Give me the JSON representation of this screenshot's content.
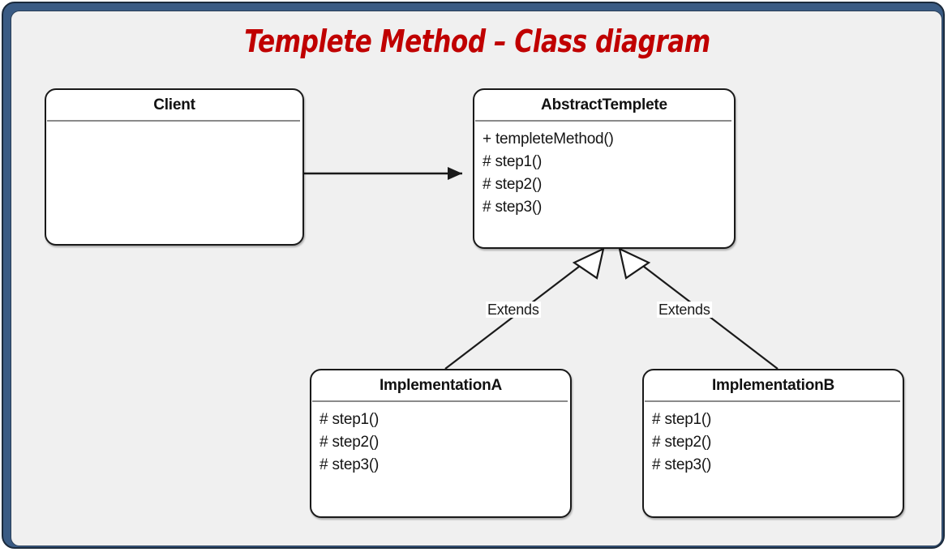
{
  "frame": {
    "border_color": "#3a5b84",
    "background_color": "#f0f0f0"
  },
  "title": {
    "text": "Templete Method – Class diagram",
    "color": "#c00000"
  },
  "classes": [
    {
      "id": "client",
      "name": "Client",
      "members": []
    },
    {
      "id": "abstract-templete",
      "name": "AbstractTemplete",
      "members": [
        "+ templeteMethod()",
        "# step1()",
        "# step2()",
        "# step3()"
      ]
    },
    {
      "id": "implementation-a",
      "name": "ImplementationA",
      "members": [
        "# step1()",
        "# step2()",
        "# step3()"
      ]
    },
    {
      "id": "implementation-b",
      "name": "ImplementationB",
      "members": [
        "# step1()",
        "# step2()",
        "# step3()"
      ]
    }
  ],
  "relations": [
    {
      "id": "client-uses-abstract",
      "type": "association",
      "from": "client",
      "to": "abstract-templete",
      "label": ""
    },
    {
      "id": "impl-a-extends",
      "type": "generalization",
      "from": "implementation-a",
      "to": "abstract-templete",
      "label": "Extends"
    },
    {
      "id": "impl-b-extends",
      "type": "generalization",
      "from": "implementation-b",
      "to": "abstract-templete",
      "label": "Extends"
    }
  ]
}
